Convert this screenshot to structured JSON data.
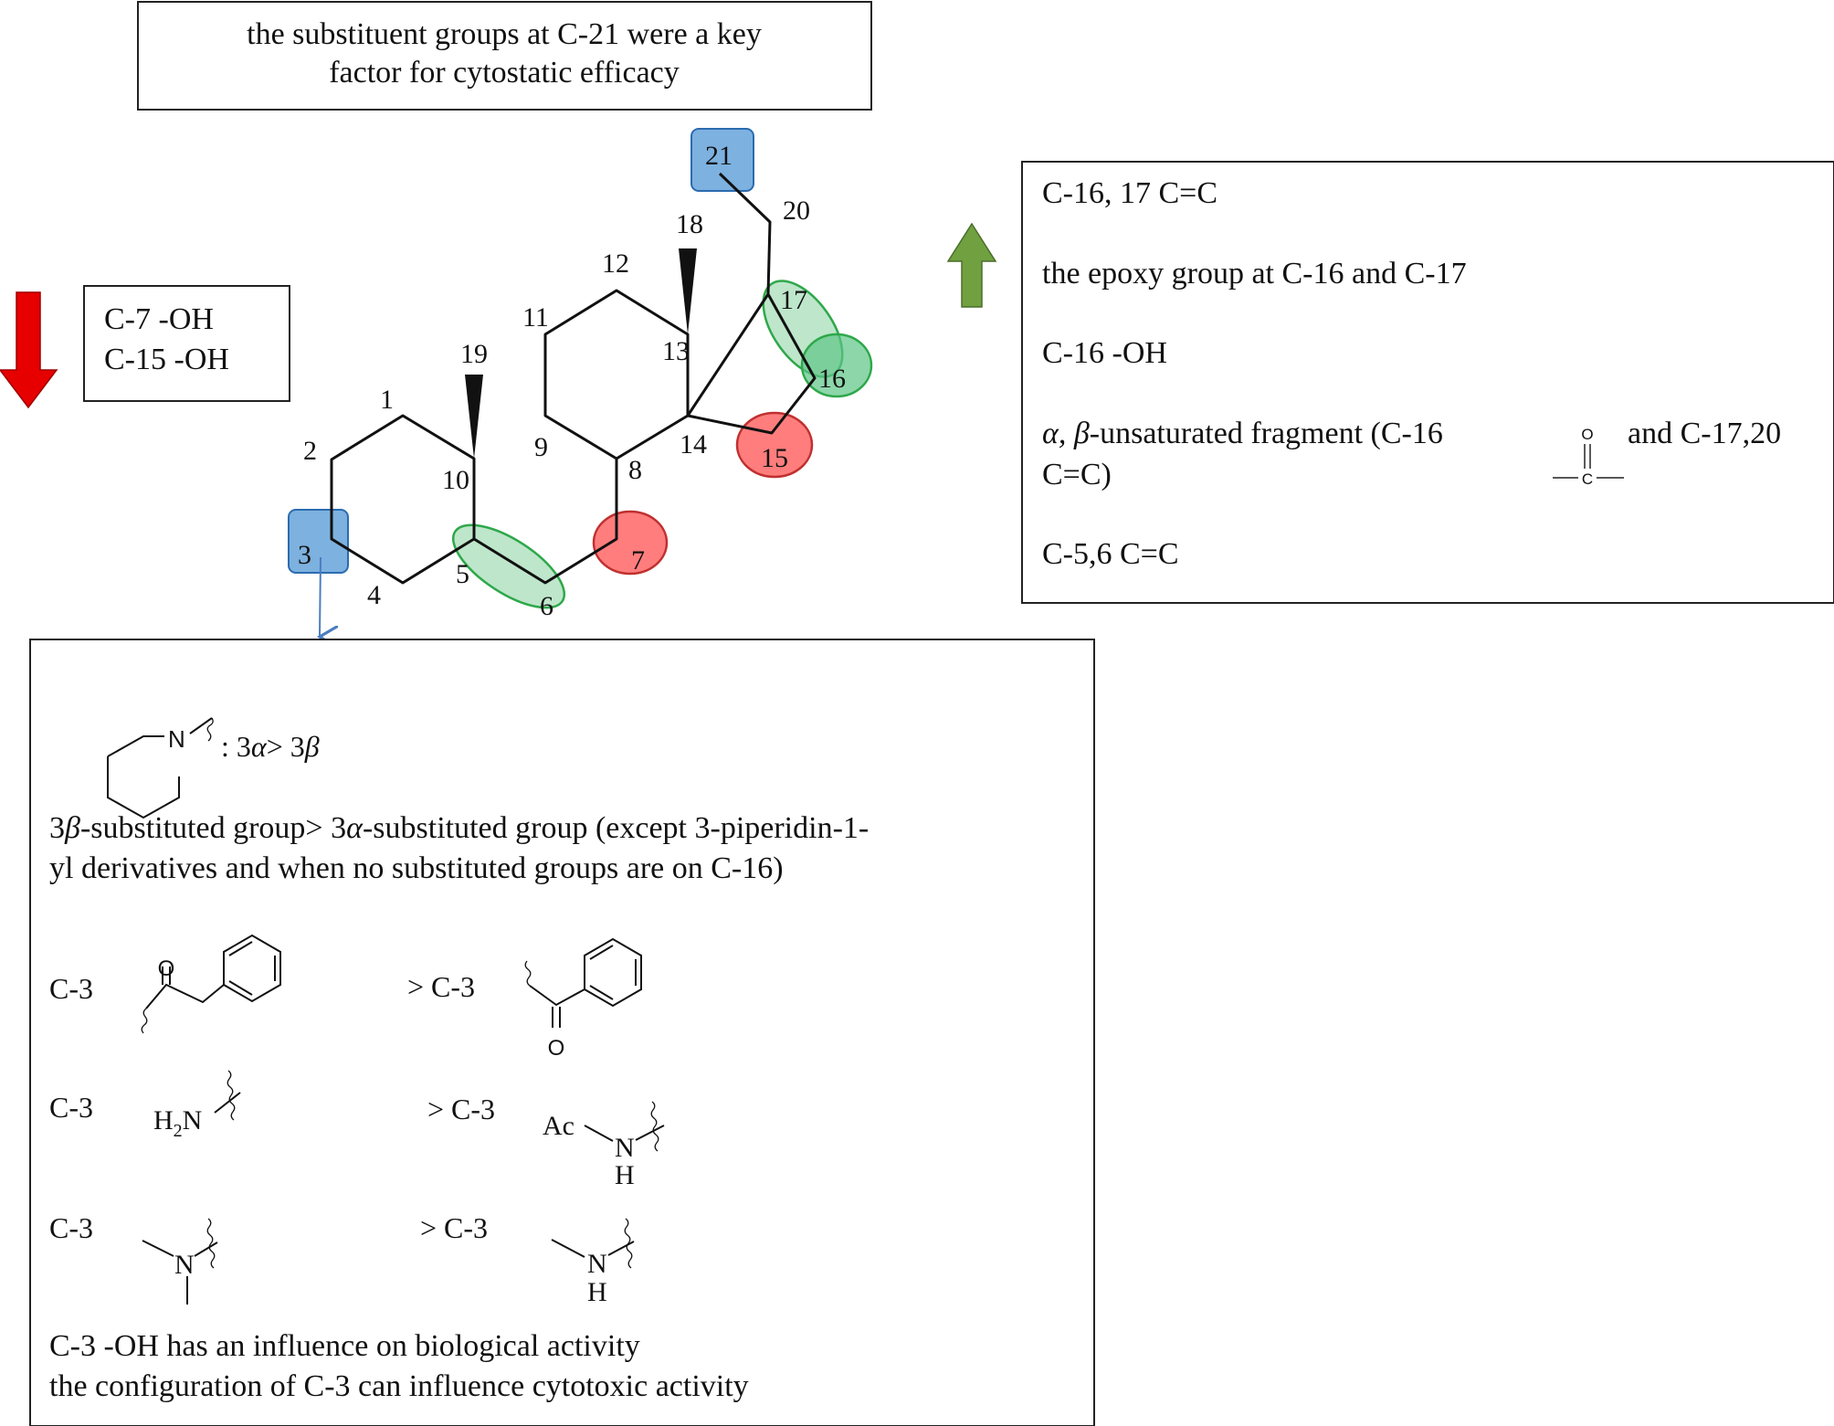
{
  "top_note": {
    "line1": "the substituent groups at C-21 were a key",
    "line2": "factor for cytostatic efficacy"
  },
  "decrease_note": {
    "line1": "C-7 -OH",
    "line2": "C-15 -OH"
  },
  "increase_note": {
    "item1": "C-16, 17 C=C",
    "item2": "the epoxy group at C-16 and C-17",
    "item3": "C-16 -OH",
    "item4_greek": "α, β",
    "item4_line1": "-unsaturated fragment (C-16",
    "item4_tail": "and C-17,20",
    "item4_line2": "C=C)",
    "item4_carbonyl_o": "O",
    "item4_carbonyl_c": "C",
    "item5": "C-5,6 C=C"
  },
  "atom_labels": {
    "c1": "1",
    "c2": "2",
    "c3": "3",
    "c4": "4",
    "c5": "5",
    "c6": "6",
    "c7": "7",
    "c8": "8",
    "c9": "9",
    "c10": "10",
    "c11": "11",
    "c12": "12",
    "c13": "13",
    "c14": "14",
    "c15": "15",
    "c16": "16",
    "c17": "17",
    "c18": "18",
    "c19": "19",
    "c20": "20",
    "c21": "21"
  },
  "c3_box": {
    "piperidine_n": "N",
    "piperidine_rule_prefix": ": 3",
    "alpha": "α",
    "gt": "> 3",
    "beta": "β",
    "rule_line1_a": "3",
    "rule_line1_beta": "β",
    "rule_line1_b": "-substituted group> 3",
    "rule_line1_alpha": "α",
    "rule_line1_c": "-substituted group (except 3-piperidin-1-",
    "rule_line2": "yl derivatives and when no substituted groups are on C-16)",
    "row1_left": "C-3",
    "row1_right": "> C-3",
    "row1_o_left": "O",
    "row1_o_right": "O",
    "row2_left": "C-3",
    "row2_right": "> C-3",
    "row2_h": "H",
    "row2_sub2": "2",
    "row2_n": "N",
    "row2_ac": "Ac",
    "row2_n2": "N",
    "row2_h2": "H",
    "row3_left": "C-3",
    "row3_right": "> C-3",
    "row3_n": "N",
    "row3_n2": "N",
    "row3_h": "H",
    "note1": "C-3 -OH has an influence on biological activity",
    "note2": "the configuration of C-3 can influence cytotoxic activity"
  },
  "colors": {
    "decrease_arrow": "#e60000",
    "increase_arrow": "#70a040",
    "c3_c21_highlight": "#6fa8dc",
    "c7_c15_highlight": "#ff6666",
    "double_bond_highlight": "#93d6a9",
    "link_arrow": "#4a7ec0"
  }
}
